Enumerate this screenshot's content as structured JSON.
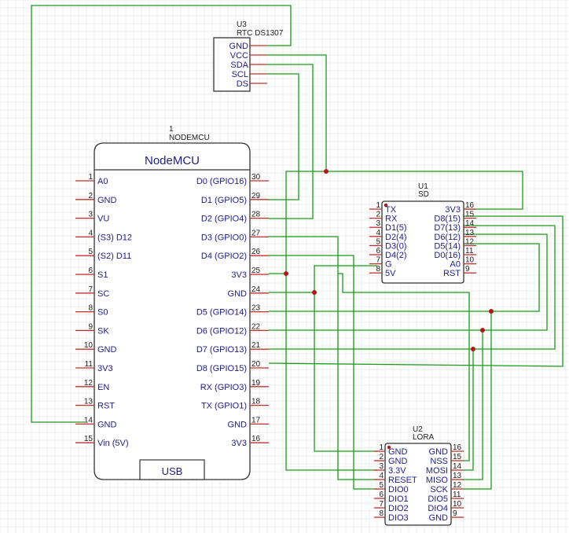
{
  "rtc": {
    "ref": "U3",
    "value": "RTC DS1307",
    "pins": [
      "GND",
      "VCC",
      "SDA",
      "SCL",
      "DS"
    ]
  },
  "nodemcu": {
    "ref": "1",
    "value": "NODEMCU",
    "title": "NodeMCU",
    "usb": "USB",
    "left_pins": [
      {
        "num": "1",
        "name": "A0"
      },
      {
        "num": "2",
        "name": "GND"
      },
      {
        "num": "3",
        "name": "VU"
      },
      {
        "num": "4",
        "name": "(S3) D12"
      },
      {
        "num": "5",
        "name": "(S2) D11"
      },
      {
        "num": "6",
        "name": "S1"
      },
      {
        "num": "7",
        "name": "SC"
      },
      {
        "num": "8",
        "name": "S0"
      },
      {
        "num": "9",
        "name": "SK"
      },
      {
        "num": "10",
        "name": "GND"
      },
      {
        "num": "11",
        "name": "3V3"
      },
      {
        "num": "12",
        "name": "EN"
      },
      {
        "num": "13",
        "name": "RST"
      },
      {
        "num": "14",
        "name": "GND"
      },
      {
        "num": "15",
        "name": "Vin (5V)"
      }
    ],
    "right_pins": [
      {
        "num": "30",
        "name": "D0 (GPIO16)"
      },
      {
        "num": "29",
        "name": "D1 (GPIO5)"
      },
      {
        "num": "28",
        "name": "D2 (GPIO4)"
      },
      {
        "num": "27",
        "name": "D3 (GPIO0)"
      },
      {
        "num": "26",
        "name": "D4 (GPIO2)"
      },
      {
        "num": "25",
        "name": "3V3"
      },
      {
        "num": "24",
        "name": "GND"
      },
      {
        "num": "23",
        "name": "D5 (GPIO14)"
      },
      {
        "num": "22",
        "name": "D6 (GPIO12)"
      },
      {
        "num": "21",
        "name": "D7 (GPIO13)"
      },
      {
        "num": "20",
        "name": "D8 (GPIO15)"
      },
      {
        "num": "19",
        "name": "RX (GPIO3)"
      },
      {
        "num": "18",
        "name": "TX (GPIO1)"
      },
      {
        "num": "17",
        "name": "GND"
      },
      {
        "num": "16",
        "name": "3V3"
      }
    ]
  },
  "sd": {
    "ref": "U1",
    "value": "SD",
    "left_pins": [
      {
        "num": "1",
        "name": "TX"
      },
      {
        "num": "2",
        "name": "RX"
      },
      {
        "num": "3",
        "name": "D1(5)"
      },
      {
        "num": "4",
        "name": "D2(4)"
      },
      {
        "num": "5",
        "name": "D3(0)"
      },
      {
        "num": "6",
        "name": "D4(2)"
      },
      {
        "num": "7",
        "name": "G"
      },
      {
        "num": "8",
        "name": "5V"
      }
    ],
    "right_pins": [
      {
        "num": "16",
        "name": "3V3"
      },
      {
        "num": "15",
        "name": "D8(15)"
      },
      {
        "num": "14",
        "name": "D7(13)"
      },
      {
        "num": "13",
        "name": "D6(12)"
      },
      {
        "num": "12",
        "name": "D5(14)"
      },
      {
        "num": "11",
        "name": "D0(16)"
      },
      {
        "num": "10",
        "name": "A0"
      },
      {
        "num": "9",
        "name": "RST"
      }
    ]
  },
  "lora": {
    "ref": "U2",
    "value": "LORA",
    "left_pins": [
      {
        "num": "1",
        "name": "GND"
      },
      {
        "num": "2",
        "name": "GND"
      },
      {
        "num": "3",
        "name": "3.3V"
      },
      {
        "num": "4",
        "name": "RESET"
      },
      {
        "num": "5",
        "name": "DIO0"
      },
      {
        "num": "6",
        "name": "DIO1"
      },
      {
        "num": "7",
        "name": "DIO2"
      },
      {
        "num": "8",
        "name": "DIO3"
      }
    ],
    "right_pins": [
      {
        "num": "16",
        "name": "GND"
      },
      {
        "num": "15",
        "name": "NSS"
      },
      {
        "num": "14",
        "name": "MOSI"
      },
      {
        "num": "13",
        "name": "MISO"
      },
      {
        "num": "12",
        "name": "SCK"
      },
      {
        "num": "11",
        "name": "DIO5"
      },
      {
        "num": "10",
        "name": "DIO4"
      },
      {
        "num": "9",
        "name": "GND"
      }
    ]
  },
  "colors": {
    "wire": "#1a9a1a",
    "pin": "#c03030",
    "label": "#1c1c8c",
    "junction": "#b01818"
  }
}
